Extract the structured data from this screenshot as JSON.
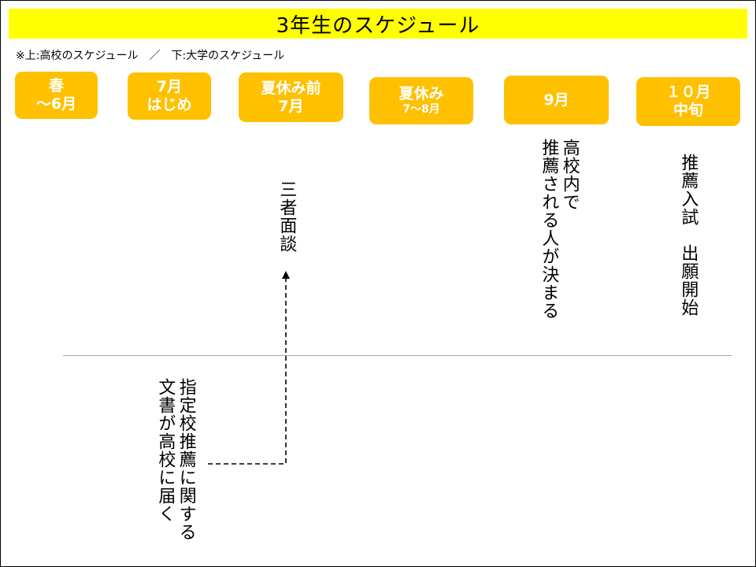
{
  "title": "3年生のスケジュール",
  "subtitle": "※上:高校のスケジュール　／　下:大学のスケジュール",
  "phases": [
    {
      "line1": "春",
      "line2": "〜6月"
    },
    {
      "line1": "7月",
      "line2": "はじめ"
    },
    {
      "line1": "夏休み前",
      "line2": "7月"
    },
    {
      "line1": "夏休み",
      "line2": "7〜8月"
    },
    {
      "line1": "9月",
      "line2": ""
    },
    {
      "line1": "１０月",
      "line2": "中旬"
    }
  ],
  "events_high_school": {
    "interview": "三者面談",
    "selection": [
      "高校内で",
      "推薦される人が決まる"
    ],
    "application": "推薦入試　出願開始"
  },
  "events_university": {
    "documents": [
      "指定校推薦に関する",
      "文書が高校に届く"
    ]
  },
  "colors": {
    "title_bg": "#ffff00",
    "phase_bg": "#ffc000",
    "phase_text": "#ffffff",
    "divider": "#a6a6a6"
  }
}
